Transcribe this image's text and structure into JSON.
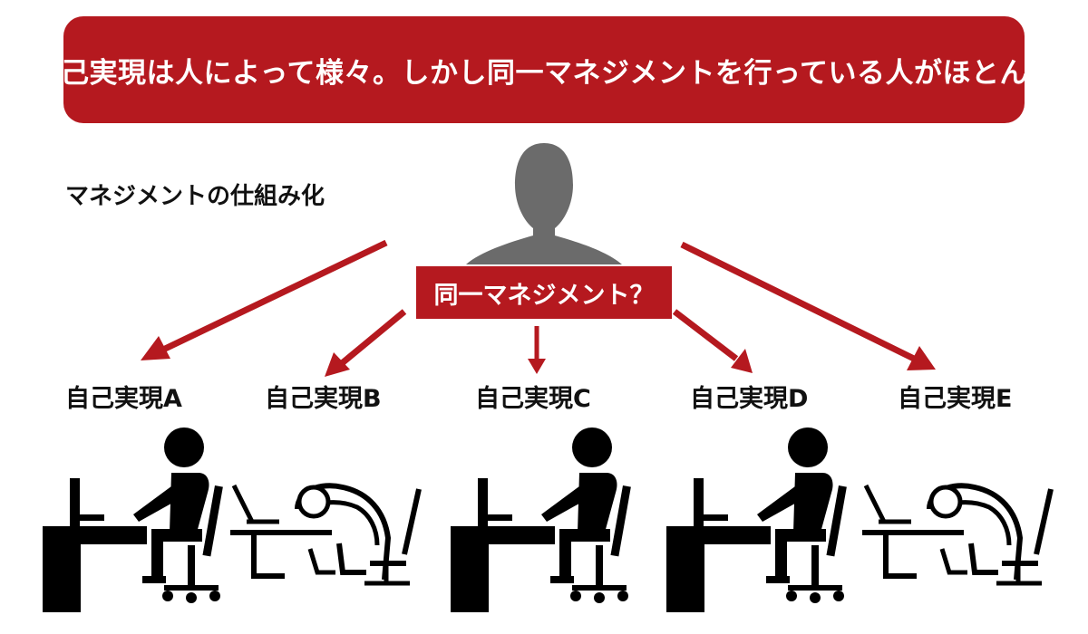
{
  "banner": {
    "text": "自己実現は人によって様々。しかし同一マネジメントを行っている人がほとんど"
  },
  "subtitle": "マネジメントの仕組み化",
  "manager": {
    "box_label": "同一マネジメント？"
  },
  "self_actualizations": [
    {
      "label": "自己実現A",
      "state": "working"
    },
    {
      "label": "自己実現B",
      "state": "exhausted"
    },
    {
      "label": "自己実現C",
      "state": "working"
    },
    {
      "label": "自己実現D",
      "state": "working"
    },
    {
      "label": "自己実現E",
      "state": "exhausted"
    }
  ],
  "colors": {
    "accent": "#b5191f",
    "silhouette": "#6b6b6b",
    "figure": "#000000"
  },
  "icons": [
    "person-silhouette-icon",
    "arrow-icon",
    "worker-at-desk-icon",
    "exhausted-worker-icon"
  ]
}
